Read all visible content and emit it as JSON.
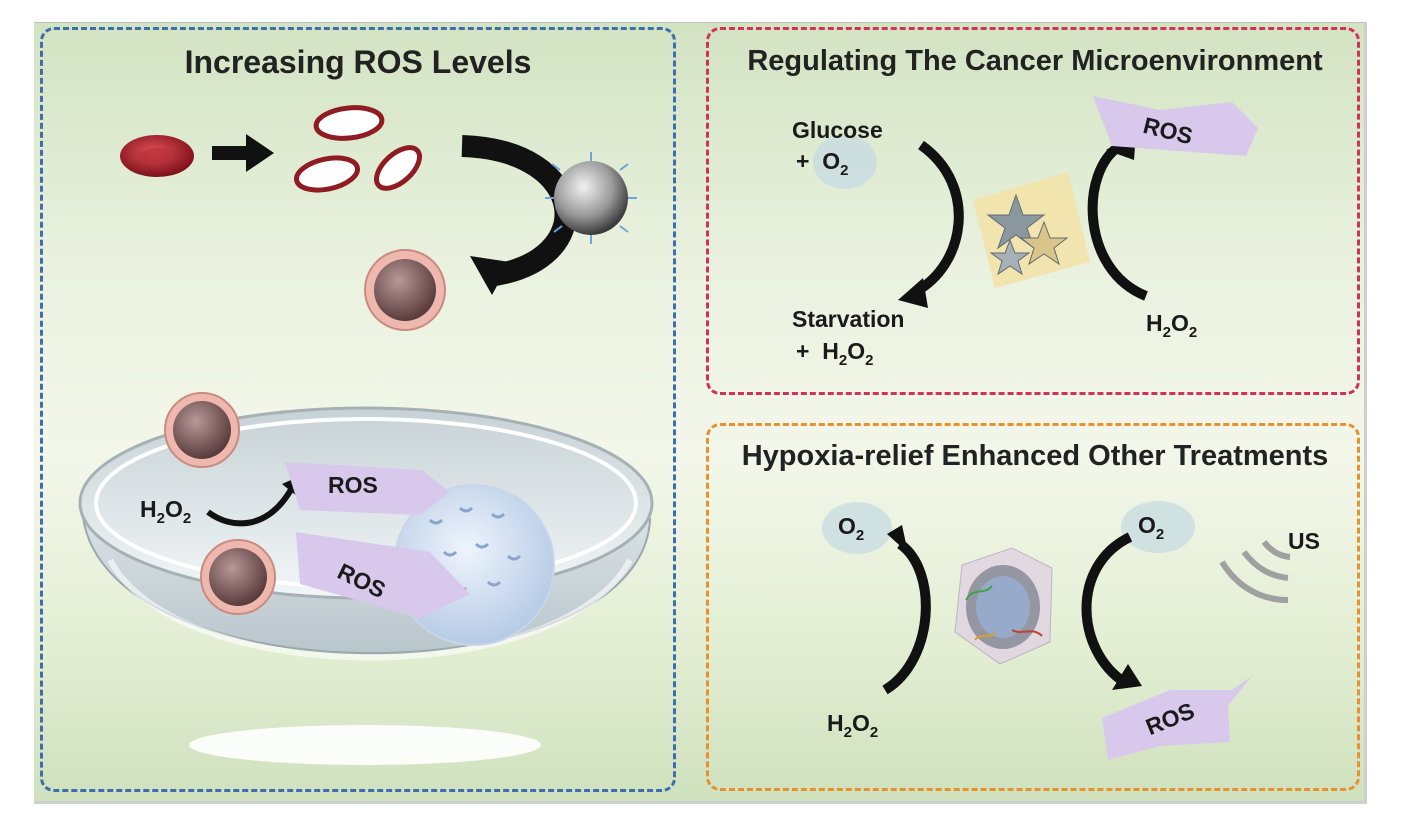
{
  "panels": {
    "left": {
      "title": "Increasing ROS Levels"
    },
    "top_right": {
      "title": "Regulating The Cancer Microenvironment"
    },
    "bottom_right": {
      "title": "Hypoxia-relief Enhanced Other Treatments"
    }
  },
  "labels": {
    "ros": "ROS",
    "h": "H",
    "o": "O",
    "two": "2",
    "glucose": "Glucose",
    "plus": "+",
    "starvation": "Starvation",
    "us": "US"
  },
  "colors": {
    "left_border": "#3f6db0",
    "top_right_border": "#d2325a",
    "bottom_right_border": "#e8912f",
    "ros_shape": "#d8c8ec",
    "red_cell": "#a8202a"
  }
}
